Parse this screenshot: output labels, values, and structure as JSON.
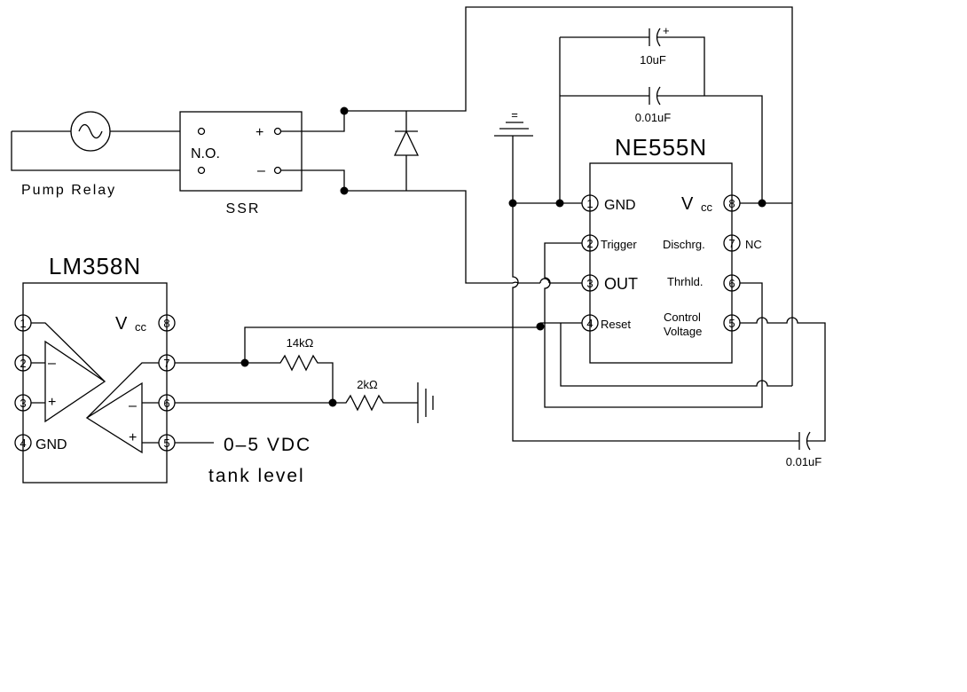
{
  "pump": {
    "label": "Pump Relay"
  },
  "ssr": {
    "name": "SSR",
    "contact": "N.O.",
    "plus": "+",
    "minus": "–"
  },
  "cap_top": {
    "value": "10uF",
    "polarity": "+"
  },
  "cap_mid": {
    "value": "0.01uF"
  },
  "cap_ctrl": {
    "value": "0.01uF"
  },
  "ground_sym": "=",
  "ne555": {
    "name": "NE555N",
    "pins": {
      "gnd": {
        "num": "1",
        "label": "GND"
      },
      "trigger": {
        "num": "2",
        "label": "Trigger"
      },
      "out": {
        "num": "3",
        "label": "OUT"
      },
      "reset": {
        "num": "4",
        "label": "Reset"
      },
      "control": {
        "num": "5",
        "label1": "Control",
        "label2": "Voltage"
      },
      "threshold": {
        "num": "6",
        "label": "Thrhld."
      },
      "discharge": {
        "num": "7",
        "label": "Dischrg.",
        "nc": "NC"
      },
      "vcc": {
        "num": "8",
        "label": "V",
        "sub": "cc"
      }
    }
  },
  "lm358": {
    "name": "LM358N",
    "pins": {
      "p1": "1",
      "p2": "2",
      "p3": "3",
      "p4": "4",
      "p5": "5",
      "p6": "6",
      "p7": "7",
      "p8": "8"
    },
    "gnd_label": "GND",
    "vcc_label": "V",
    "vcc_sub": "cc",
    "minus": "–",
    "plus": "+"
  },
  "r1": {
    "value": "14kΩ"
  },
  "r2": {
    "value": "2kΩ"
  },
  "input": {
    "line1": "0–5  VDC",
    "line2": "tank  level"
  }
}
